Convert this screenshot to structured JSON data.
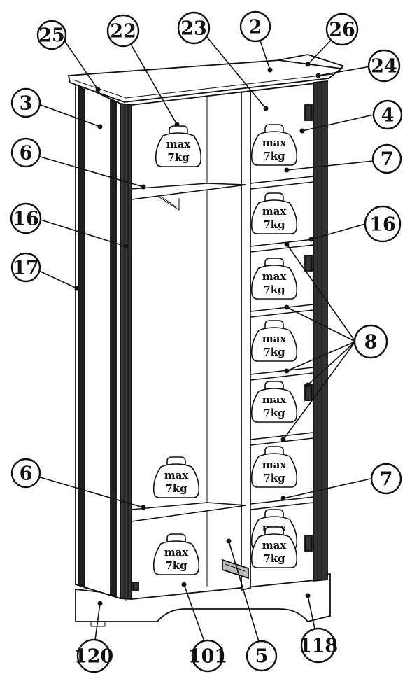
{
  "colors": {
    "ink": "#111111",
    "paper": "#ffffff"
  },
  "weight_label": {
    "line1": "max",
    "line2": "7kg"
  },
  "weights": [
    {
      "id": "w1"
    },
    {
      "id": "w2"
    },
    {
      "id": "w3"
    },
    {
      "id": "w4"
    },
    {
      "id": "w5"
    },
    {
      "id": "w6"
    },
    {
      "id": "w7"
    },
    {
      "id": "w8"
    },
    {
      "id": "w9"
    },
    {
      "id": "w10"
    },
    {
      "id": "w11"
    }
  ],
  "callouts": [
    {
      "id": "c25",
      "label": "25"
    },
    {
      "id": "c22",
      "label": "22"
    },
    {
      "id": "c23",
      "label": "23"
    },
    {
      "id": "c2",
      "label": "2"
    },
    {
      "id": "c26",
      "label": "26"
    },
    {
      "id": "c24",
      "label": "24"
    },
    {
      "id": "c3",
      "label": "3"
    },
    {
      "id": "c4",
      "label": "4"
    },
    {
      "id": "c6a",
      "label": "6"
    },
    {
      "id": "c7a",
      "label": "7"
    },
    {
      "id": "c16a",
      "label": "16"
    },
    {
      "id": "c16b",
      "label": "16"
    },
    {
      "id": "c17",
      "label": "17"
    },
    {
      "id": "c8",
      "label": "8"
    },
    {
      "id": "c6b",
      "label": "6"
    },
    {
      "id": "c7b",
      "label": "7"
    },
    {
      "id": "c120",
      "label": "120"
    },
    {
      "id": "c101",
      "label": "101"
    },
    {
      "id": "c5",
      "label": "5"
    },
    {
      "id": "c118",
      "label": "118"
    }
  ]
}
